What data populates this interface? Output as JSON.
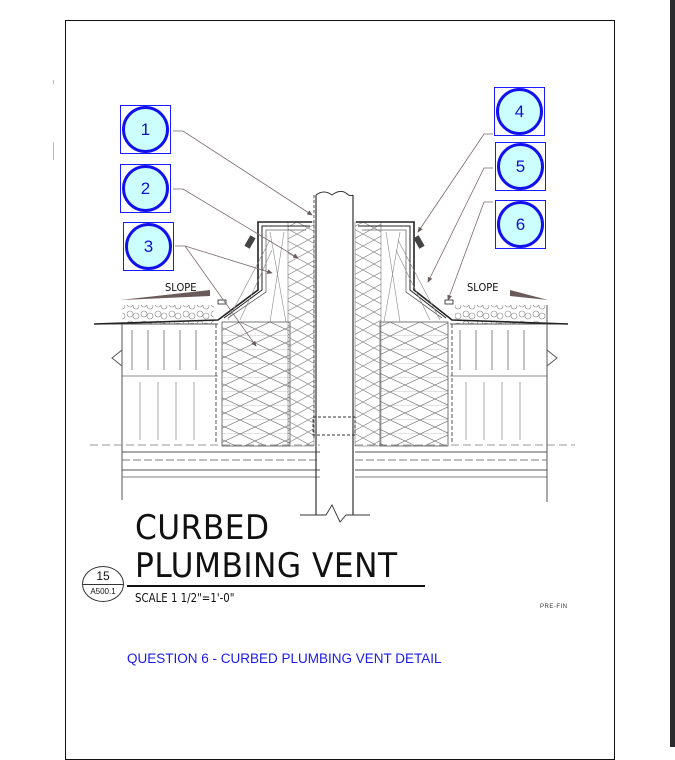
{
  "drawing": {
    "title_line1": "CURBED",
    "title_line2": "PLUMBING VENT",
    "scale": "SCALE 1 1/2\"=1'-0\"",
    "detail_reference": {
      "number": "15",
      "sheet": "A500.1"
    },
    "slope_left": "SLOPE",
    "slope_right": "SLOPE",
    "truncated_note": "PRE-FIN"
  },
  "callouts": [
    {
      "id": "1",
      "label": "1"
    },
    {
      "id": "2",
      "label": "2"
    },
    {
      "id": "3",
      "label": "3"
    },
    {
      "id": "4",
      "label": "4"
    },
    {
      "id": "5",
      "label": "5"
    },
    {
      "id": "6",
      "label": "6"
    }
  ],
  "caption": "QUESTION 6 - CURBED PLUMBING VENT DETAIL",
  "colors": {
    "callout_fill": "#ccffff",
    "callout_stroke": "#1111ee",
    "caption": "#1a1aee",
    "leader": "#7a6a6a"
  }
}
